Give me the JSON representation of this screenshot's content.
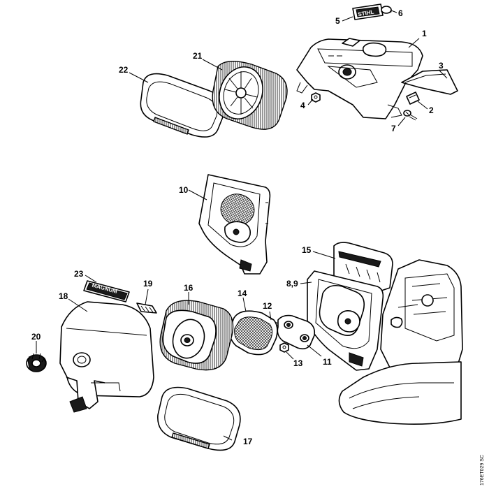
{
  "diagram": {
    "drawing_code": "176ET029 SC",
    "labels": {
      "p1": "1",
      "p2": "2",
      "p3": "3",
      "p4": "4",
      "p5": "5",
      "p6": "6",
      "p7": "7",
      "p89": "8,9",
      "p10": "10",
      "p11": "11",
      "p12": "12",
      "p13": "13",
      "p14": "14",
      "p15": "15",
      "p16": "16",
      "p17": "17",
      "p18": "18",
      "p19": "19",
      "p20": "20",
      "p21": "21",
      "p22": "22",
      "p23": "23"
    },
    "logos": {
      "stihl": "STIHL",
      "magnum": "MAGNUM"
    }
  }
}
